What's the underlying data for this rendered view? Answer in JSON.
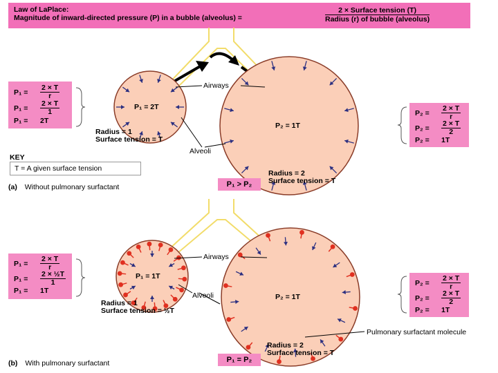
{
  "header": {
    "title": "Law of LaPlace:",
    "line2": "Magnitude of inward-directed pressure (P) in a bubble (alveolus) =",
    "numerator": "2 × Surface tension (T)",
    "denominator": "Radius (r) of bubble (alveolus)"
  },
  "panel_a": {
    "left_eq": [
      {
        "lhs": "P₁ =",
        "num": "2 × T",
        "den": "r"
      },
      {
        "lhs": "P₁ =",
        "num": "2 × T",
        "den": "1"
      },
      {
        "lhs": "P₁ =",
        "val": "2T"
      }
    ],
    "right_eq": [
      {
        "lhs": "P₂ =",
        "num": "2 × T",
        "den": "r"
      },
      {
        "lhs": "P₂ =",
        "num": "2 × T",
        "den": "2"
      },
      {
        "lhs": "P₂ =",
        "val": "1T"
      }
    ],
    "small_label": "P₁ = 2T",
    "large_label": "P₂ = 1T",
    "airways": "Airways",
    "alveoli": "Alveoli",
    "small_radius": "Radius = 1",
    "small_tension": "Surface tension = T",
    "large_radius": "Radius = 2",
    "large_tension": "Surface tension = T",
    "comparison": "P₁ > P₂",
    "caption_letter": "(a)",
    "caption": "Without pulmonary surfactant"
  },
  "key": {
    "title": "KEY",
    "text": "T = A given surface tension"
  },
  "panel_b": {
    "left_eq": [
      {
        "lhs": "P₁ =",
        "num": "2 × T",
        "den": "r"
      },
      {
        "lhs": "P₁ =",
        "num": "2 × ½T",
        "den": "1"
      },
      {
        "lhs": "P₁ =",
        "val": "1T"
      }
    ],
    "right_eq": [
      {
        "lhs": "P₂ =",
        "num": "2 × T",
        "den": "r"
      },
      {
        "lhs": "P₂ =",
        "num": "2 × T",
        "den": "2"
      },
      {
        "lhs": "P₂ =",
        "val": "1T"
      }
    ],
    "small_label": "P₁ = 1T",
    "large_label": "P₂ = 1T",
    "airways": "Airways",
    "alveoli": "Alveoli",
    "small_radius": "Radius = 1",
    "small_tension": "Surface tension = ½T",
    "large_radius": "Radius = 2",
    "large_tension": "Surface tension = T",
    "surfactant_label": "Pulmonary surfactant molecule",
    "comparison": "P₁ = P₂",
    "caption_letter": "(b)",
    "caption": "With pulmonary surfactant"
  },
  "colors": {
    "header_pink": "#f26fb8",
    "box_pink": "#f48cc4",
    "alveolus_fill": "#fbcfb8",
    "alveolus_stroke": "#8a3c28",
    "airway_yellow": "#f2dc6a",
    "arrow_blue": "#2b2f80",
    "surfactant_red": "#e03020"
  }
}
